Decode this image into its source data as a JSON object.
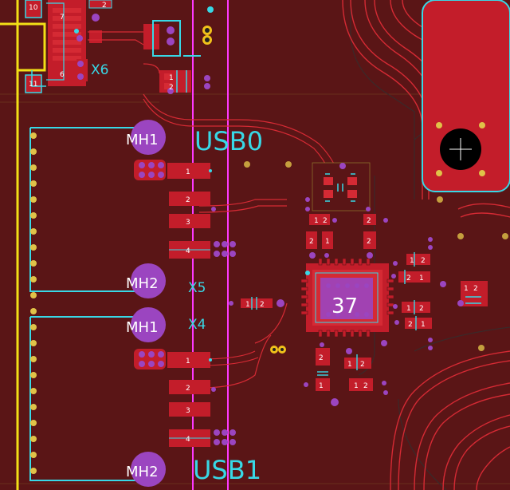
{
  "colors": {
    "board": "#5a1516",
    "copper": "#c31d2a",
    "trace": "#d52a34",
    "silk": "#38d8e6",
    "via": "#9b45c0",
    "keepout": "#ff39ff",
    "edge": "#f2e017",
    "pad_hole": "#f0c21b"
  },
  "labels": {
    "usb0": "USB0",
    "usb1": "USB1",
    "mh1_top": "MH1",
    "mh2_top": "MH2",
    "mh1_bottom": "MH1",
    "mh2_bottom": "MH2",
    "x6": "X6",
    "x5": "X5",
    "x4": "X4",
    "chip": "37"
  },
  "pin_numbers": {
    "p10": "10",
    "p7": "7",
    "p11": "11",
    "p6": "6",
    "p2_top": "2",
    "usb0_p1": "1",
    "usb0_p2": "2",
    "usb0_p3": "3",
    "usb0_p4": "4",
    "usb1_p1": "1",
    "usb1_p2": "2",
    "usb1_p3": "3",
    "usb1_p4": "4"
  },
  "passives": {
    "one": "1",
    "two": "2"
  }
}
